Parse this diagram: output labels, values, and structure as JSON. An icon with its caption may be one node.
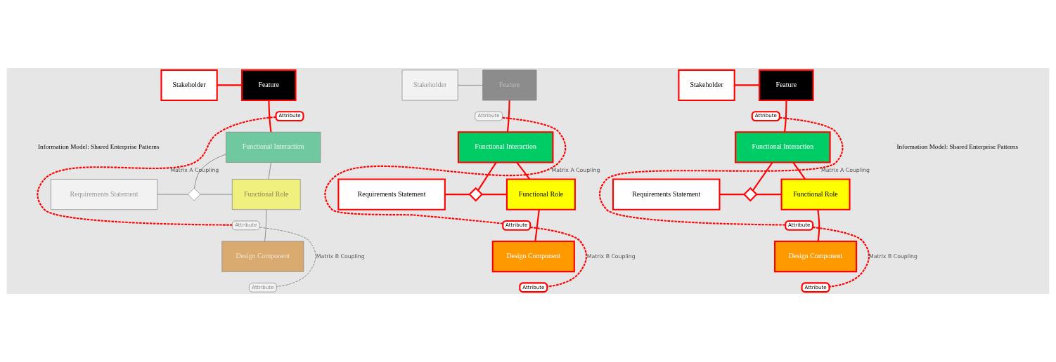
{
  "diagram": {
    "nodes": [
      {
        "text": [
          "Stakeholder"
        ]
      },
      {
        "text": [
          "Feature"
        ]
      },
      {
        "text": [
          "Attribute"
        ]
      },
      {
        "text": [
          "Functional Interaction"
        ]
      },
      {
        "text": [
          "Requirements Statement"
        ]
      },
      {
        "text": [],
        "shape": "diamond"
      },
      {
        "text": [
          "Functional Role"
        ]
      },
      {
        "text": [
          "Attribute"
        ]
      },
      {
        "text": [
          "Design Component"
        ]
      },
      {
        "text": [
          "Attribute"
        ]
      },
      {
        "text": [
          "Stakeholder"
        ]
      },
      {
        "text": [
          "Feature"
        ]
      },
      {
        "text": [
          "Attribute"
        ]
      },
      {
        "text": [
          "Functional Interaction"
        ]
      },
      {
        "text": [
          "Requirements Statement"
        ]
      },
      {
        "text": [],
        "shape": "diamond"
      },
      {
        "text": [
          "Functional Role"
        ]
      },
      {
        "text": [
          "Attribute"
        ]
      },
      {
        "text": [
          "Design Component"
        ]
      },
      {
        "text": [
          "Attribute"
        ]
      },
      {
        "text": [
          "Stakeholder"
        ]
      },
      {
        "text": [
          "Feature"
        ]
      },
      {
        "text": [
          "Attribute"
        ]
      },
      {
        "text": [
          "Functional Interaction"
        ]
      },
      {
        "text": [
          "Requirements Statement"
        ]
      },
      {
        "text": [],
        "shape": "diamond"
      },
      {
        "text": [
          "Functional Role"
        ]
      },
      {
        "text": [
          "Attribute"
        ]
      },
      {
        "text": [
          "Design Component"
        ]
      },
      {
        "text": [
          "Attribute"
        ]
      }
    ],
    "edges": [
      {
        "from": 0,
        "to": 1,
        "arrow": "none"
      },
      {
        "from": 1,
        "to": 3,
        "arrow": "none"
      },
      {
        "from": 3,
        "to": 5,
        "arrow": "none",
        "color": "#666666"
      },
      {
        "from": 4,
        "to": 5,
        "arrow": "none",
        "color": "#666666"
      },
      {
        "from": 5,
        "to": 6,
        "arrow": "none",
        "color": "#666666"
      },
      {
        "from": 3,
        "to": 6,
        "arrow": "none",
        "color": "#666666"
      },
      {
        "from": 6,
        "to": 8,
        "arrow": "none",
        "color": "#666666"
      },
      {
        "from": 2,
        "to": 7,
        "arrow": "none",
        "style": "dashed",
        "label": "Matrix A Coupling"
      },
      {
        "from": 7,
        "to": 9,
        "arrow": "none",
        "style": "dashed",
        "color": "#666666",
        "label": "Matrix B Coupling"
      },
      {
        "from": 10,
        "to": 11,
        "arrow": "none",
        "color": "#666666"
      },
      {
        "from": 11,
        "to": 13,
        "arrow": "none"
      },
      {
        "from": 13,
        "to": 15,
        "arrow": "none"
      },
      {
        "from": 14,
        "to": 15,
        "arrow": "none"
      },
      {
        "from": 15,
        "to": 16,
        "arrow": "none"
      },
      {
        "from": 13,
        "to": 16,
        "arrow": "none"
      },
      {
        "from": 16,
        "to": 18,
        "arrow": "none"
      },
      {
        "from": 12,
        "to": 17,
        "arrow": "none",
        "style": "dashed",
        "label": "Matrix A Coupling"
      },
      {
        "from": 17,
        "to": 19,
        "arrow": "none",
        "style": "dashed",
        "label": "Matrix B Coupling"
      },
      {
        "from": 20,
        "to": 21,
        "arrow": "none"
      },
      {
        "from": 21,
        "to": 23,
        "arrow": "none"
      },
      {
        "from": 23,
        "to": 25,
        "arrow": "none"
      },
      {
        "from": 24,
        "to": 25,
        "arrow": "none"
      },
      {
        "from": 25,
        "to": 26,
        "arrow": "none"
      },
      {
        "from": 23,
        "to": 26,
        "arrow": "none"
      },
      {
        "from": 26,
        "to": 28,
        "arrow": "none"
      },
      {
        "from": 22,
        "to": 27,
        "arrow": "none",
        "style": "dashed",
        "label": "Matrix A Coupling"
      },
      {
        "from": 27,
        "to": 29,
        "arrow": "none",
        "style": "dashed",
        "label": "Matrix B Coupling"
      }
    ],
    "labels": [
      "Information Model: Shared Enterprise Patterns",
      "Information Model: Shared Enterprise Patterns"
    ]
  }
}
